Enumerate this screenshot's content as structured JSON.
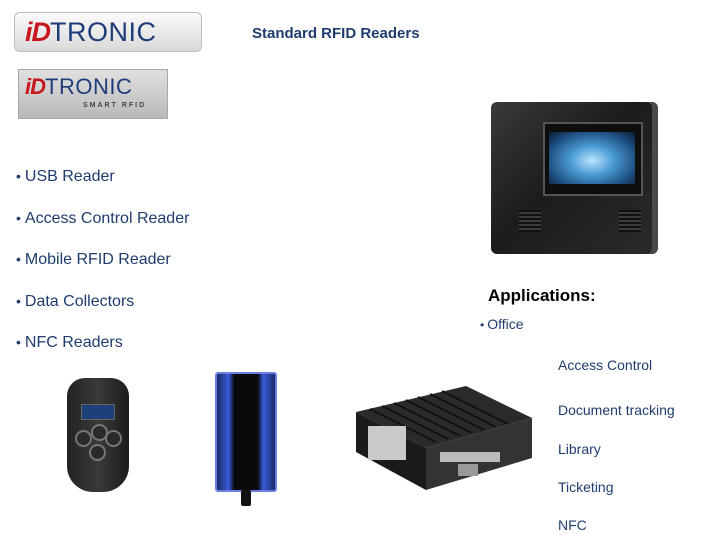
{
  "header": {
    "logo_id": "iD",
    "logo_tronic": "TRONIC",
    "title": "Standard RFID Readers"
  },
  "brand_logo": {
    "id": "iD",
    "tronic": "TRONIC",
    "tagline": "SMART RFID"
  },
  "bullets": [
    "USB Reader",
    "Access Control Reader",
    "Mobile RFID Reader",
    "Data Collectors",
    "NFC Readers"
  ],
  "applications": {
    "title": "Applications:",
    "first": "Office",
    "items": [
      "Access Control",
      "Document tracking",
      "Library",
      "Ticketing",
      "NFC"
    ]
  },
  "colors": {
    "brand_red": "#c8161d",
    "brand_blue": "#1f3c7a",
    "text_blue": "#1f3c6e"
  },
  "images": [
    "terminal-device",
    "handheld-reader",
    "blue-desktop-reader",
    "data-collector-box"
  ]
}
